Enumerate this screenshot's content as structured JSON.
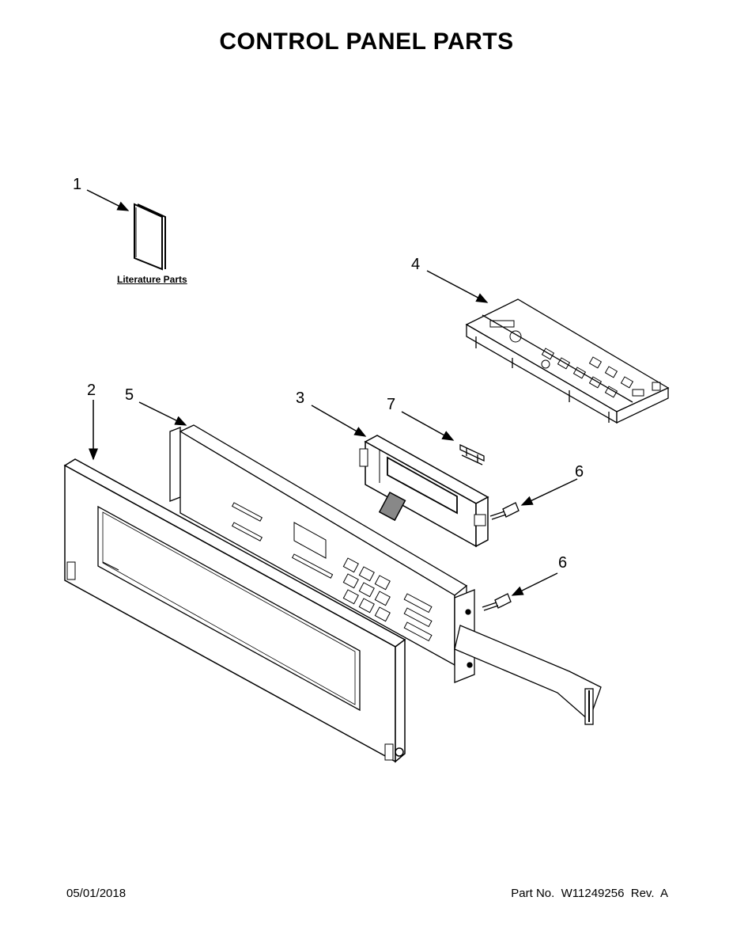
{
  "title": "CONTROL PANEL PARTS",
  "literature_label": "Literature Parts",
  "callouts": {
    "c1": "1",
    "c2": "2",
    "c3": "3",
    "c4": "4",
    "c5": "5",
    "c6a": "6",
    "c6b": "6",
    "c7": "7"
  },
  "footer": {
    "date": "05/01/2018",
    "part_number": "Part No.  W11249256  Rev.  A"
  }
}
